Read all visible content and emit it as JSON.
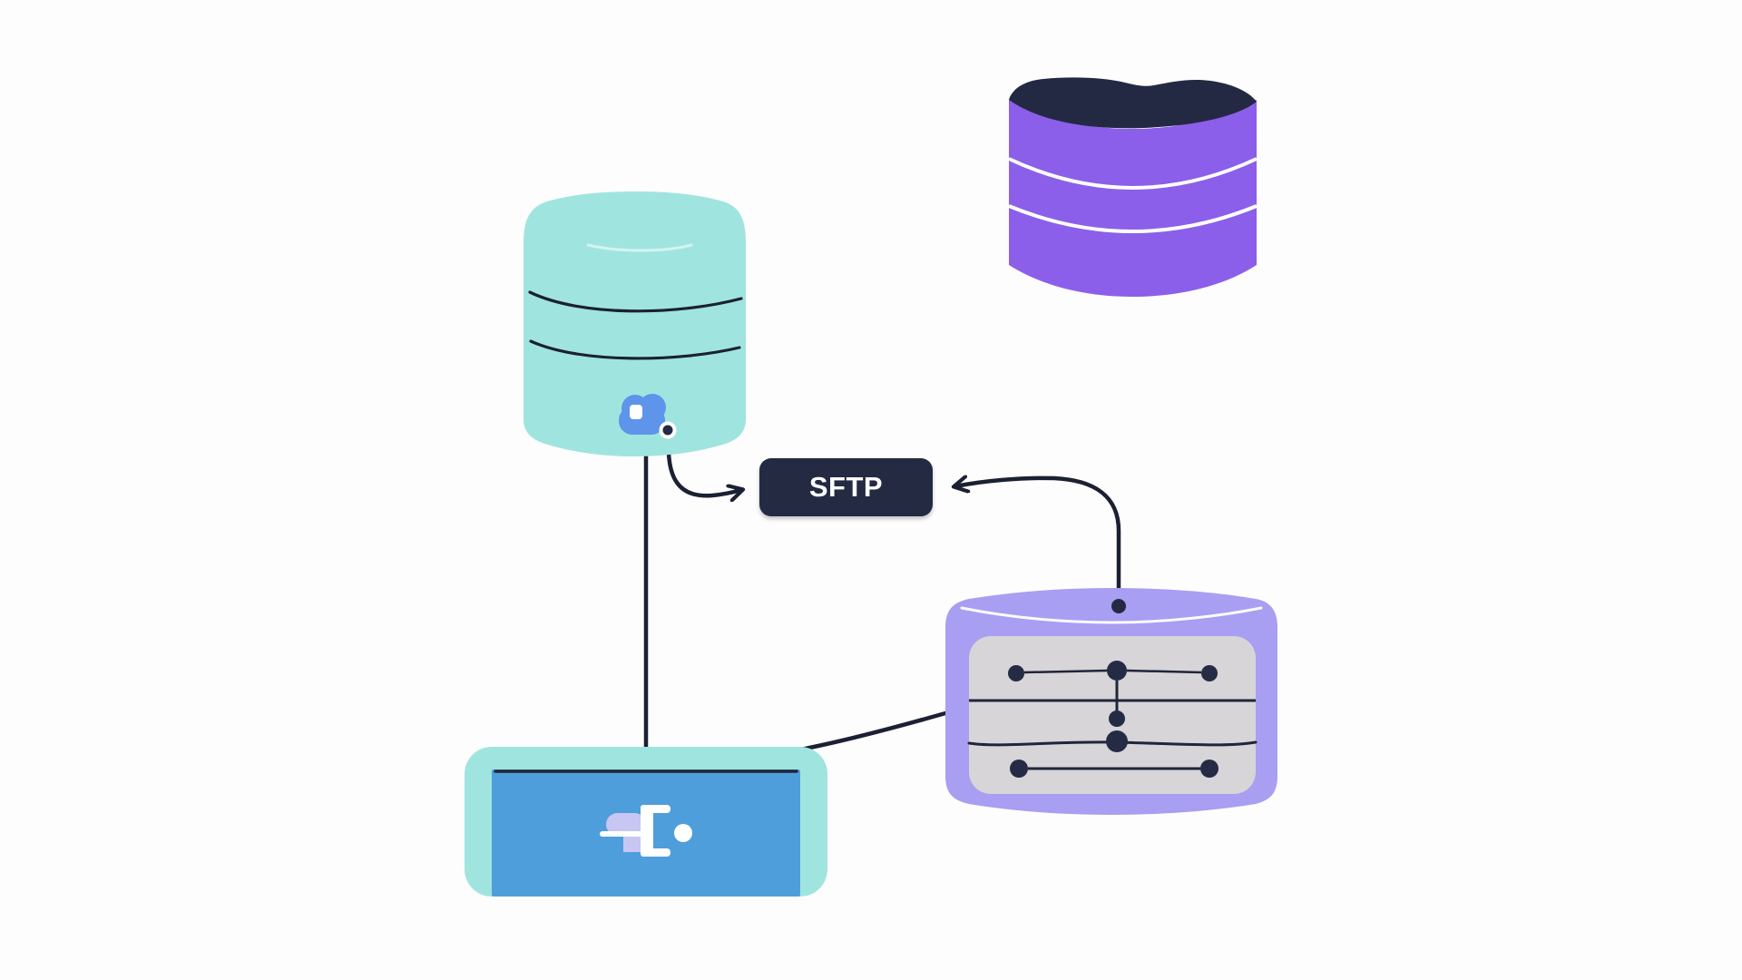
{
  "diagram": {
    "sftp_label": "SFTP",
    "colors": {
      "background": "#fdfdfd",
      "teal": "#a0e4e0",
      "blue_panel": "#4f9edc",
      "cloud_blue": "#5e94e9",
      "purple_cylinder": "#8b5fea",
      "purple_server": "#a89ef2",
      "panel_gray": "#d7d5d8",
      "dark_navy": "#252a43",
      "connector_line": "#1b2033",
      "icon_lavender": "#c8c6f3",
      "white": "#ffffff"
    },
    "nodes": [
      {
        "id": "teal-database-cylinder",
        "kind": "database-cylinder",
        "color": "#a0e4e0"
      },
      {
        "id": "purple-database-cylinder",
        "kind": "database-cylinder",
        "color": "#8b5fea"
      },
      {
        "id": "sftp-badge",
        "kind": "protocol-label",
        "text": "SFTP",
        "color": "#252a43"
      },
      {
        "id": "purple-server-box",
        "kind": "server-network-panel",
        "color": "#a89ef2"
      },
      {
        "id": "blue-app-panel",
        "kind": "application-panel",
        "color": "#4f9edc"
      }
    ],
    "connections": [
      {
        "from": "teal-database-cylinder",
        "to": "blue-app-panel",
        "style": "straight-line"
      },
      {
        "from": "teal-database-cylinder",
        "to": "sftp-badge",
        "style": "curved-arrow"
      },
      {
        "from": "purple-server-box",
        "to": "sftp-badge",
        "style": "curved-arrow"
      },
      {
        "from": "blue-app-panel",
        "to": "purple-server-box",
        "style": "curved-line"
      }
    ]
  }
}
